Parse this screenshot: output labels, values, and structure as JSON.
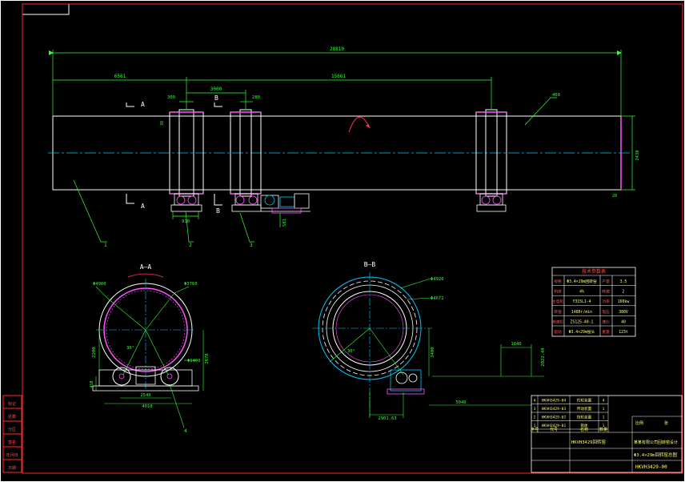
{
  "colors": {
    "background": "#000000",
    "frame": "#ffffff",
    "outline": "#ff2a2a",
    "body": "#ffffff",
    "tire": "#ff55ff",
    "dimension": "#33ff33",
    "centerline": "#00c8ff",
    "leader": "#ffff33",
    "table_text": "#ffff66",
    "table_label": "#ff5050",
    "arrow": "#ff3366"
  },
  "main_view": {
    "dim_total": "28810",
    "dim_left": "6561",
    "dim_span": "15661",
    "dim_mid": "3000",
    "dim_tire1": "300",
    "dim_tire2": "280",
    "dim_height": "2438",
    "dim_support": "910",
    "dim_drive": "581",
    "dim_small_a": "38",
    "dim_end": "28",
    "section_a_top": "A",
    "section_a_bottom": "A",
    "section_b_top": "B",
    "section_b_bottom": "B",
    "leader_body": "1",
    "leader_support": "2",
    "leader_drive": "3",
    "leader_tire": "400"
  },
  "section_aa": {
    "title": "A—A",
    "dim_outer": "Φ4900",
    "dim_inner": "Φ3760",
    "dim_angle": "30°",
    "dim_center": "2200",
    "dim_height": "2878",
    "dim_roller": "Φ1400",
    "dim_base_h": "410",
    "dim_width1": "2540",
    "dim_width2": "4010",
    "leader_roller": "4"
  },
  "section_bb": {
    "title": "B—B",
    "dim_gear_outer": "Φ4920",
    "dim_gear_inner": "Φ4672",
    "dim_angle": "30°",
    "dim_vertical": "3400",
    "dim_offset": "1840",
    "dim_side": "2022.44",
    "dim_bottom": "2901.63",
    "dim_span": "5040"
  },
  "tech_table": {
    "header": "技术参数表",
    "rows": [
      [
        "规格",
        "Φ3.4×29m回转窑",
        "产量",
        "3.5"
      ],
      [
        "斜度",
        "4%",
        "转速",
        "2"
      ],
      [
        "主电机",
        "Y315L1-4",
        "功率",
        "160kw"
      ],
      [
        "转速",
        "1480r/min",
        "电压",
        "380V"
      ],
      [
        "减速机",
        "ZS125-40-1",
        "速比",
        "40"
      ],
      [
        "驱动",
        "Φ3.4×29m窑头",
        "重量",
        "123t"
      ]
    ]
  },
  "parts_list": [
    [
      "4",
      "HKVH3429-04",
      "托轮装置",
      "4"
    ],
    [
      "3",
      "HKVH3429-03",
      "传动装置",
      "1"
    ],
    [
      "2",
      "HKVH3429-02",
      "挡轮装置",
      "1"
    ],
    [
      "1",
      "HKVH3429-01",
      "筒体",
      "1"
    ]
  ],
  "title_block": {
    "col_no": "序号",
    "col_code": "代号",
    "col_name": "名称",
    "col_qty": "数量",
    "company": "HKVH3429回转窑",
    "project": "某某有限公司回转窑设计",
    "drawing_title": "Φ3.4×29m回转窑总图",
    "drawing_number": "HKVH3429-00",
    "scale_label": "比例",
    "sheet_label": "张"
  },
  "side_block": [
    "标记",
    "处数",
    "分区",
    "签名",
    "年月日",
    "日期"
  ]
}
